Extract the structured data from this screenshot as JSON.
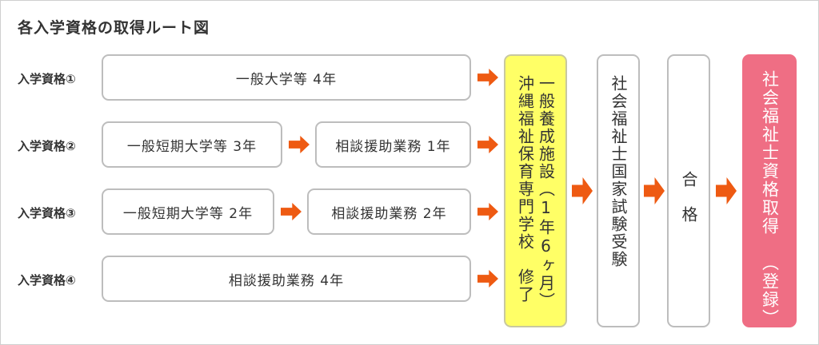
{
  "title": "各入学資格の取得ルート図",
  "rows": [
    {
      "label": "入学資格①",
      "steps": [
        "一般大学等 4年"
      ]
    },
    {
      "label": "入学資格②",
      "steps": [
        "一般短期大学等 3年",
        "相談援助業務 1年"
      ]
    },
    {
      "label": "入学資格③",
      "steps": [
        "一般短期大学等 2年",
        "相談援助業務 2年"
      ]
    },
    {
      "label": "入学資格④",
      "steps": [
        "相談援助業務 4年"
      ]
    }
  ],
  "training": {
    "col1": "一般養成施設（1年6ヶ月）",
    "col2": "沖縄福祉保育専門学校　修了"
  },
  "exam": "社会福祉士国家試験受験",
  "pass": "合　格",
  "qualification": {
    "col1": "社会福祉士資格取得",
    "col2": "（登録）"
  },
  "colors": {
    "arrow": "#ee5a12",
    "training_bg": "#ffff66",
    "qualification_bg": "#ef6e84",
    "box_border": "#bdbdbd"
  }
}
